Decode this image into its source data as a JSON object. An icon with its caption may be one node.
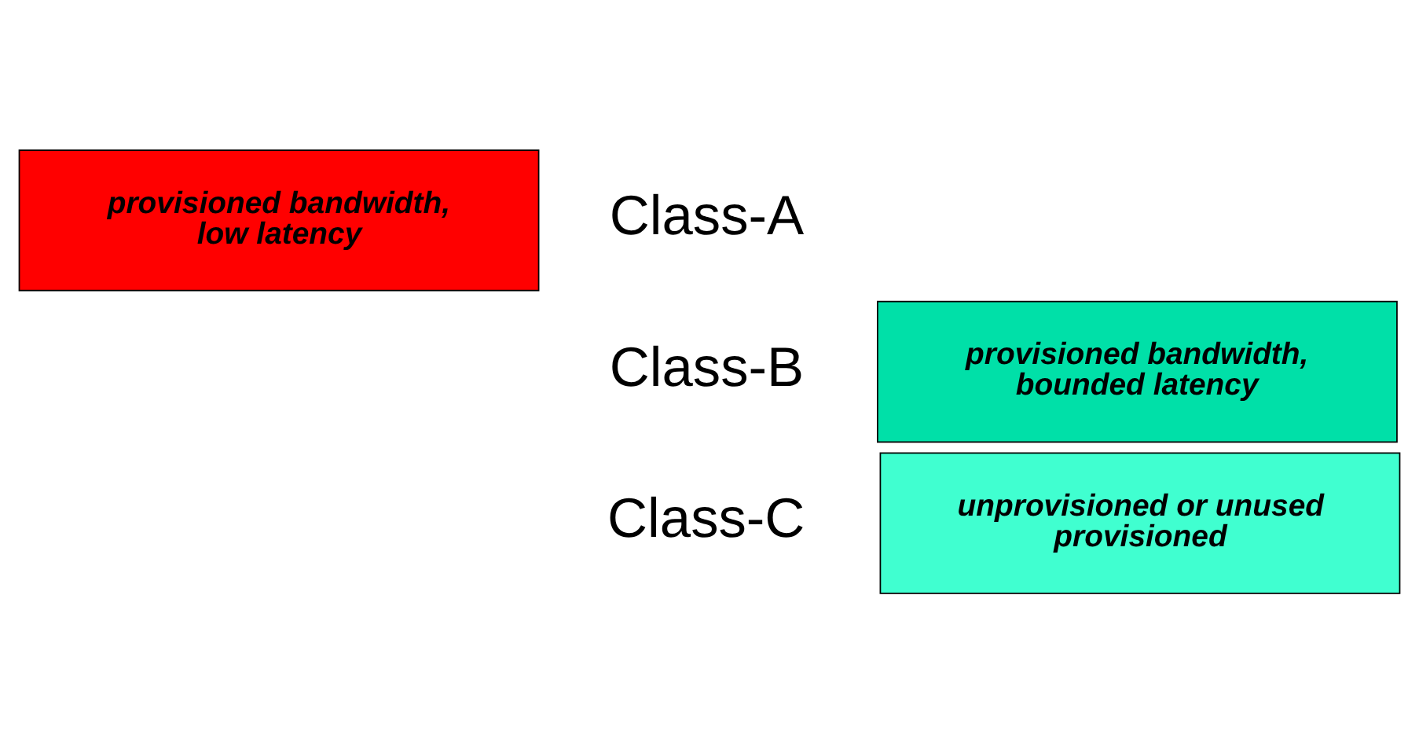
{
  "diagram": {
    "nodes": [
      {
        "text": [
          "provisioned bandwidth, low latency"
        ],
        "beside": [
          "Class-A"
        ]
      },
      {
        "text": [
          "provisioned bandwidth, bounded latency"
        ],
        "beside": [
          "Class-B"
        ]
      },
      {
        "text": [
          "unprovisioned or unused provisioned"
        ],
        "beside": [
          "Class-C"
        ]
      }
    ]
  }
}
